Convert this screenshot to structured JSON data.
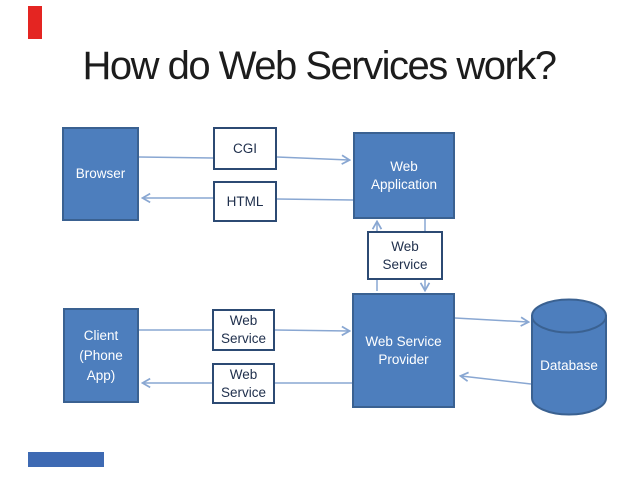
{
  "title": "How do Web Services work?",
  "diagram": {
    "nodes": {
      "browser": {
        "lines": [
          "Browser"
        ]
      },
      "cgi": {
        "lines": [
          "CGI"
        ]
      },
      "html": {
        "lines": [
          "HTML"
        ]
      },
      "web_application": {
        "lines": [
          "Web",
          "Application"
        ]
      },
      "web_service_mid": {
        "lines": [
          "Web",
          "Service"
        ]
      },
      "client": {
        "lines": [
          "Client",
          "(Phone",
          "App)"
        ]
      },
      "web_service_up": {
        "lines": [
          "Web",
          "Service"
        ]
      },
      "web_service_down": {
        "lines": [
          "Web",
          "Service"
        ]
      },
      "provider": {
        "lines": [
          "Web Service",
          "Provider"
        ]
      },
      "database": {
        "label": "Database"
      }
    }
  },
  "colors": {
    "node_fill": "#4d7ebd",
    "node_border": "#3a6191",
    "white_box_border": "#2c4a73",
    "white_box_text": "#20304d",
    "connector": "#89a7d2",
    "title_text": "#1c1c1c",
    "red_accent_bar": "#e42522",
    "footer_bar": "#3e6ab3"
  }
}
